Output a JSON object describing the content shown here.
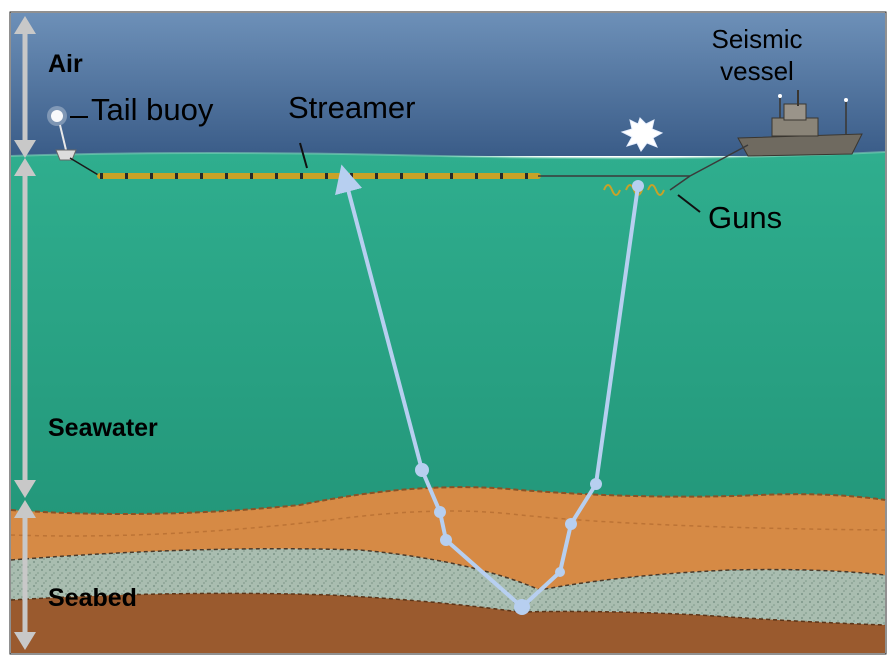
{
  "labels": {
    "air": "Air",
    "tail_buoy": "Tail buoy",
    "streamer": "Streamer",
    "seismic_vessel_line1": "Seismic",
    "seismic_vessel_line2": "vessel",
    "guns": "Guns",
    "seawater": "Seawater",
    "seabed": "Seabed"
  },
  "colors": {
    "sky_top": "#5b7fa6",
    "sky_bottom": "#3d5f8a",
    "water_top": "#2fae8e",
    "water_bottom": "#239a78",
    "sediment_orange": "#d68a45",
    "sediment_gray": "#9fb6a6",
    "bedrock_brown": "#9a5a2e",
    "ray_path": "#b7cff0",
    "streamer": "#c9a227",
    "arrow": "#c8c8c8"
  },
  "icons": [
    "tail-buoy-icon",
    "seismic-vessel-icon",
    "air-gun-icon",
    "shot-flash-icon"
  ]
}
